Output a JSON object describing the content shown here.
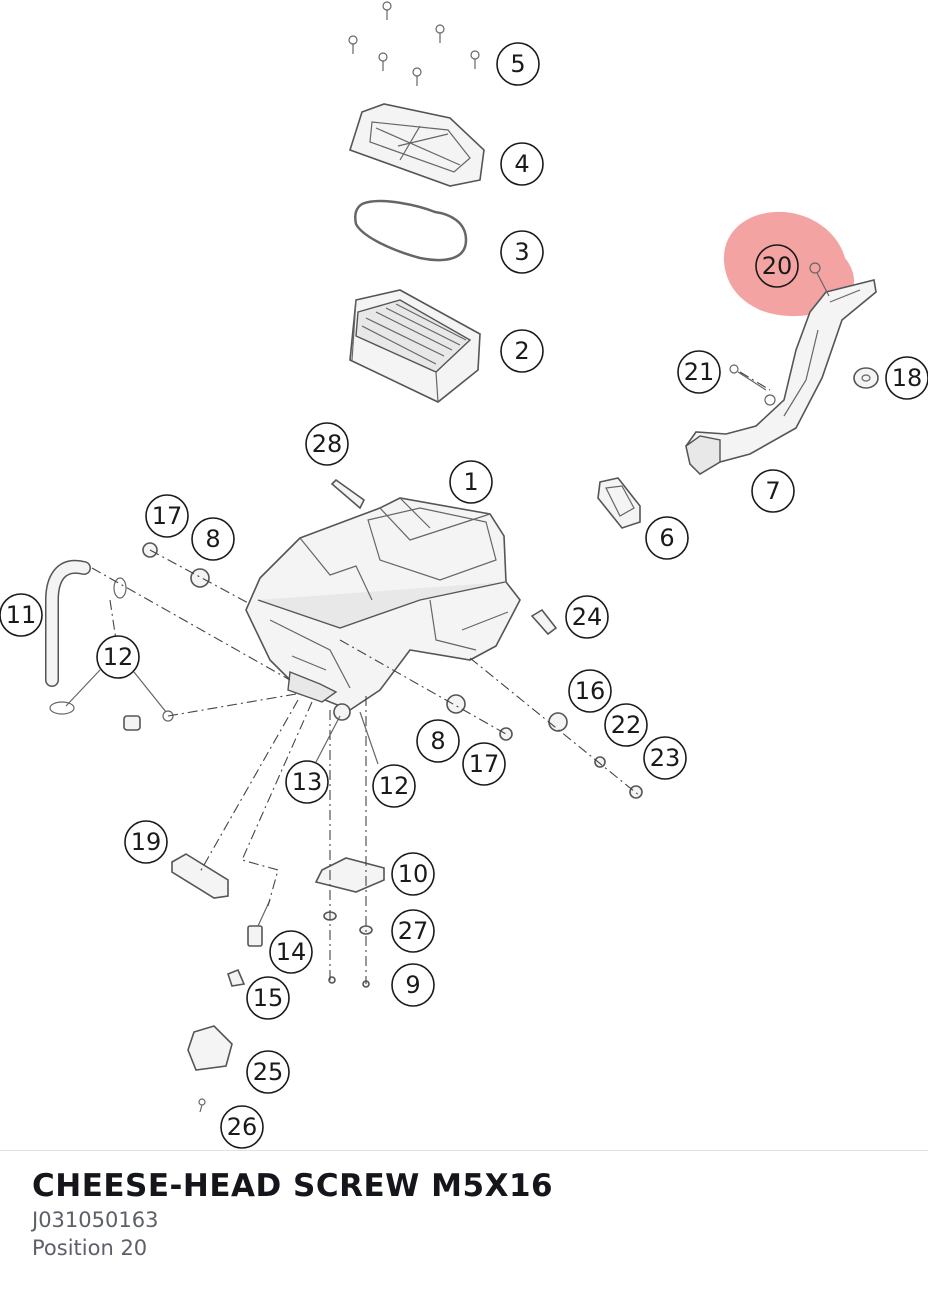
{
  "part": {
    "name": "CHEESE-HEAD SCREW M5X16",
    "number": "J031050163",
    "position": "Position 20"
  },
  "highlight": {
    "position": "20",
    "color": "#f08080"
  },
  "callouts": [
    "1",
    "2",
    "3",
    "4",
    "5",
    "6",
    "7",
    "8",
    "8",
    "9",
    "10",
    "11",
    "12",
    "12",
    "13",
    "14",
    "15",
    "16",
    "17",
    "17",
    "18",
    "19",
    "20",
    "21",
    "22",
    "23",
    "24",
    "25",
    "26",
    "27",
    "28"
  ]
}
